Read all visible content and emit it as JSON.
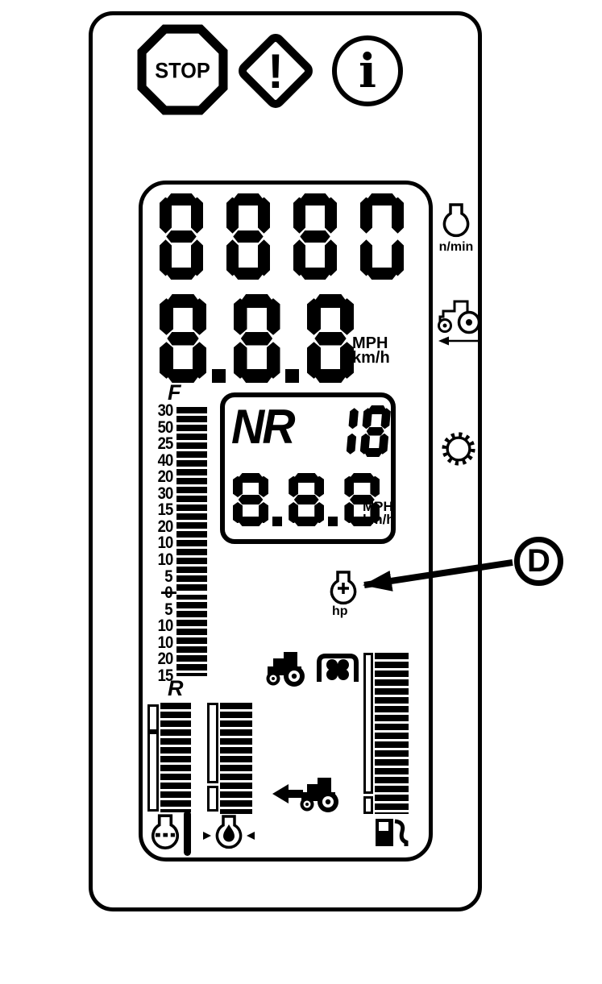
{
  "alerts": {
    "stop": "STOP",
    "warning": "!",
    "info": "i"
  },
  "lcd": {
    "engine_rpm_digits": "8880",
    "speed": {
      "digits": "8.8.8",
      "unit_primary": "MPH",
      "unit_secondary": "km/h"
    },
    "speed_scale": {
      "forward_label": "F",
      "reverse_label": "R",
      "tick_labels": [
        "30",
        "50",
        "25",
        "40",
        "20",
        "30",
        "15",
        "20",
        "10",
        "10",
        "5",
        "0",
        "5",
        "10",
        "10",
        "20",
        "15"
      ]
    },
    "gear_display": {
      "prefix": "NR",
      "number": "18",
      "speed_digits": "8.8.8",
      "unit_primary": "MPH",
      "unit_secondary": "km/h"
    },
    "power_unit_label": "hp"
  },
  "side_icons": {
    "rpm_unit_label": "n/min"
  },
  "callout": {
    "label": "D"
  }
}
